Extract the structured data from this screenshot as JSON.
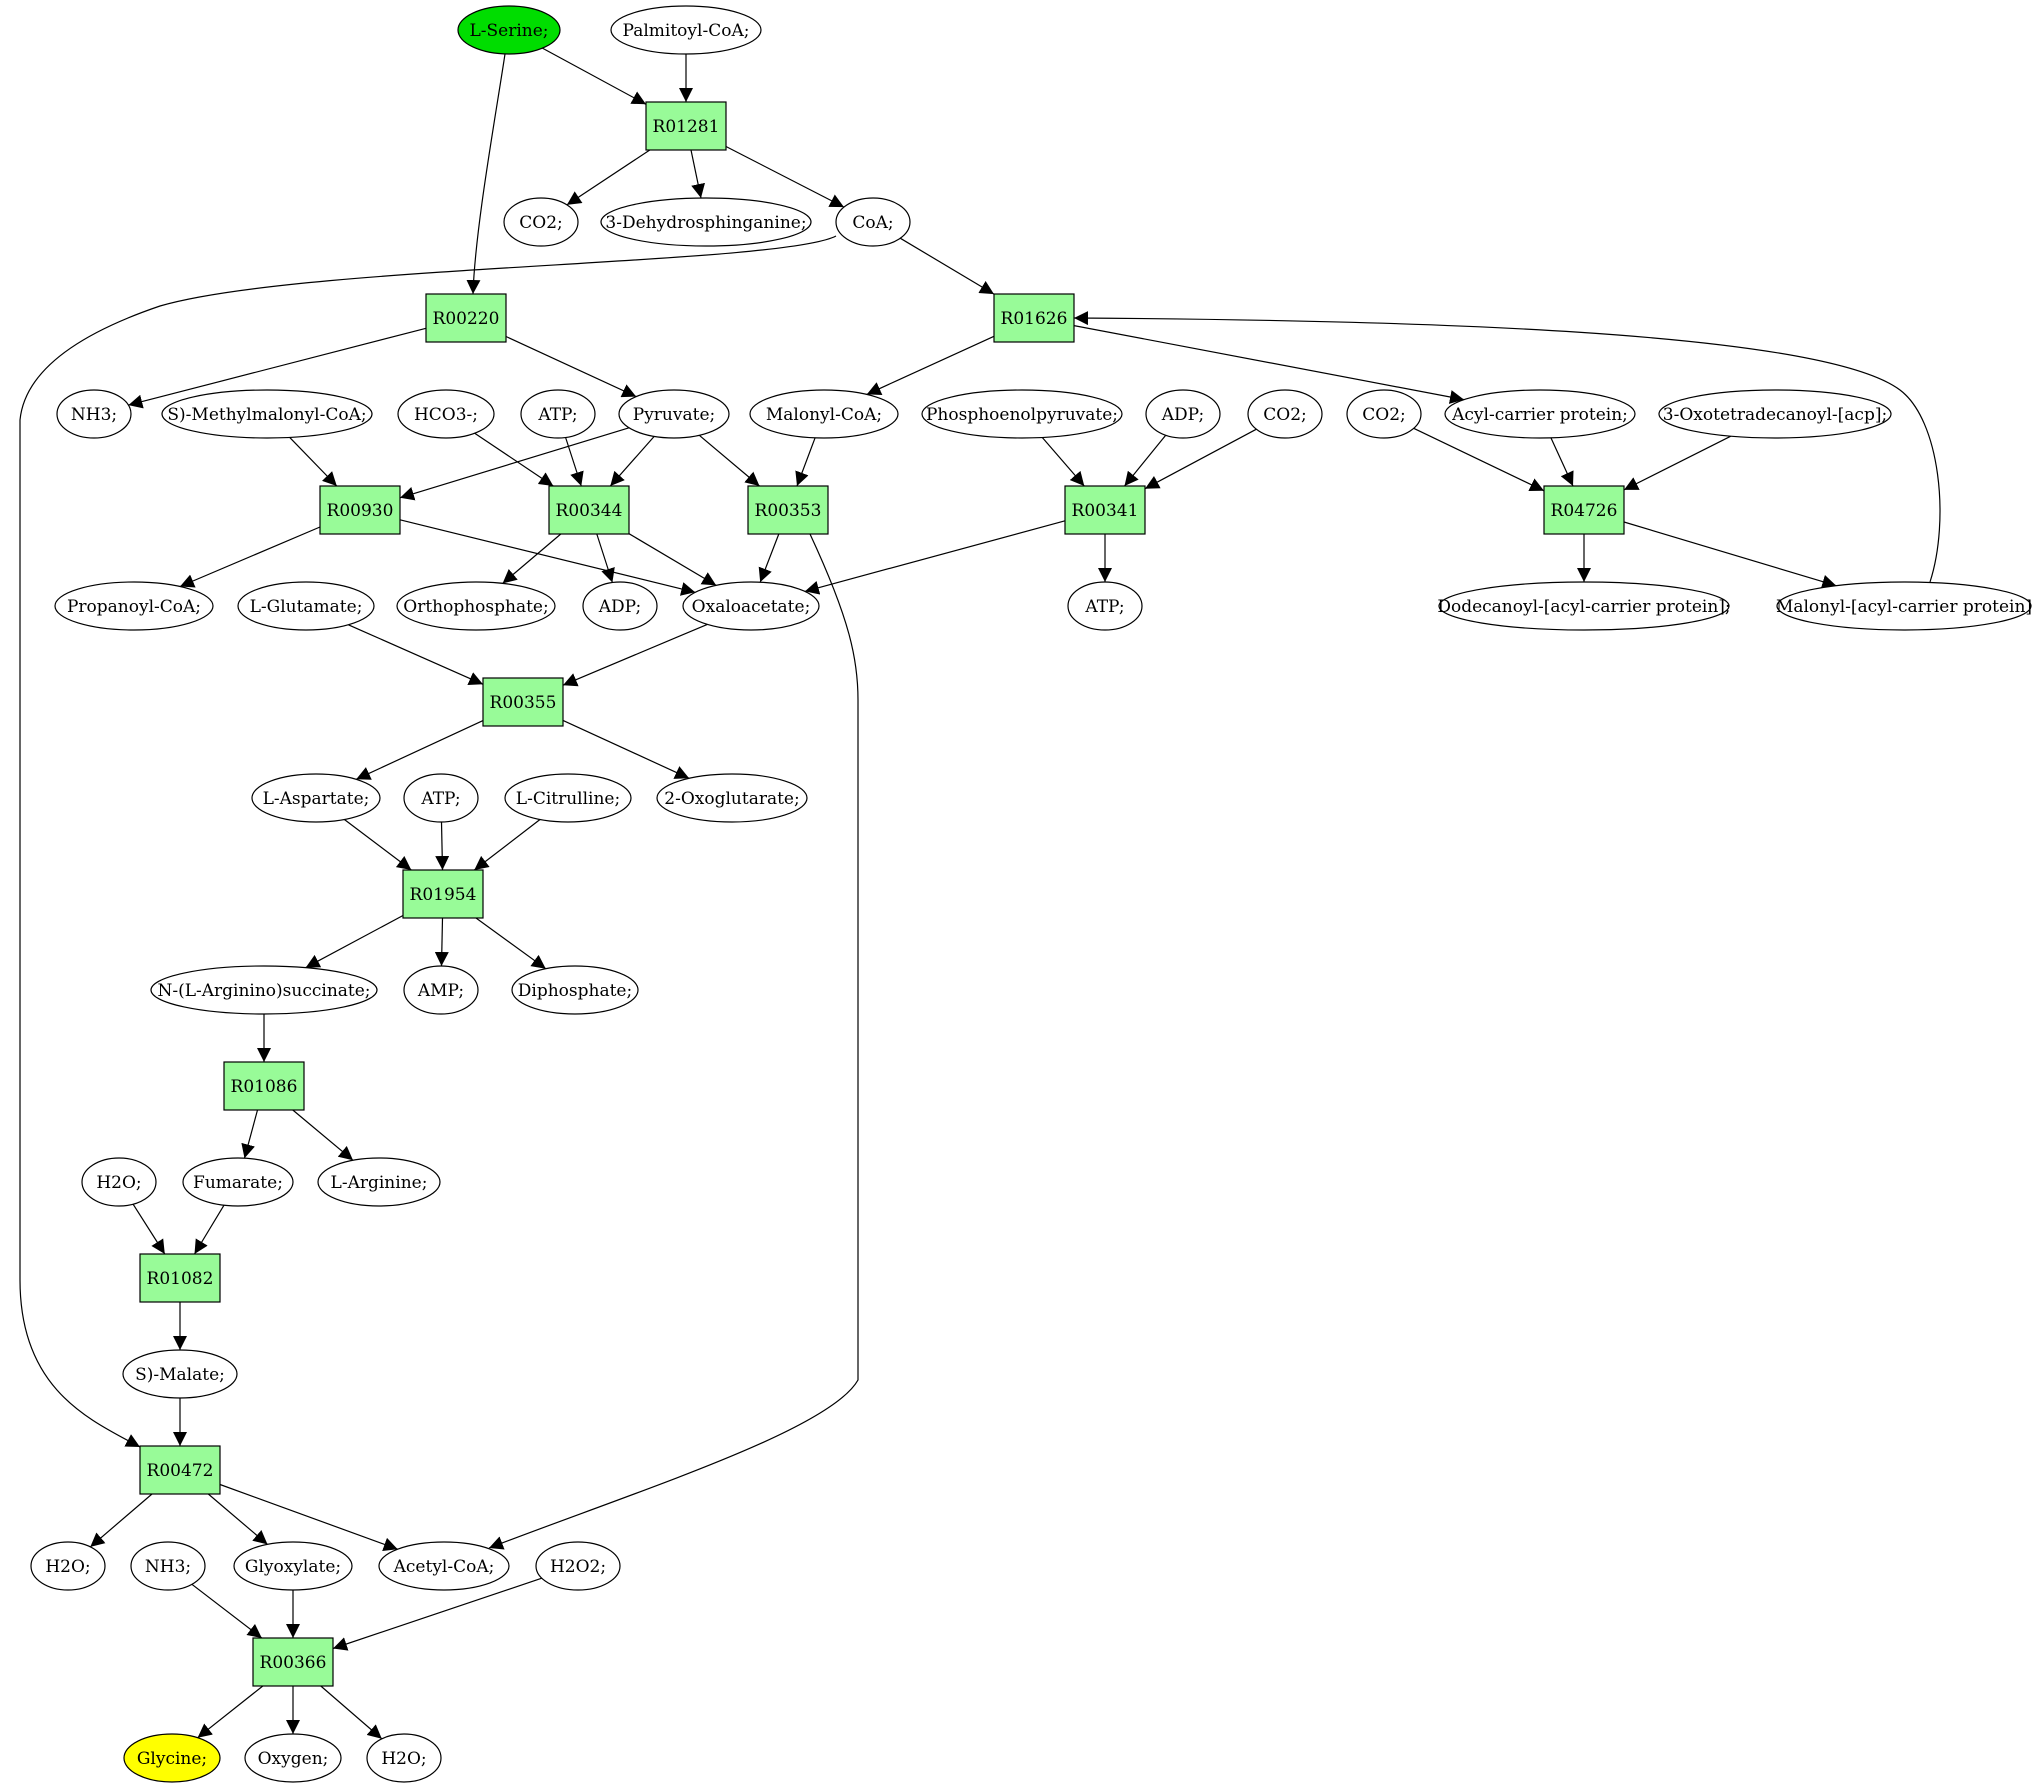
{
  "colors": {
    "reaction": "#98fb98",
    "start": "#00dd00",
    "end": "#ffff00",
    "compound": "#ffffff",
    "stroke": "#000000"
  },
  "nodes": {
    "L_Serine": "L-Serine;",
    "Palmitoyl_CoA": "Palmitoyl-CoA;",
    "R01281": "R01281",
    "CO2_a": "CO2;",
    "Dehydrosphinganine": "3-Dehydrosphinganine;",
    "CoA": "CoA;",
    "R00220": "R00220",
    "R01626": "R01626",
    "NH3_a": "NH3;",
    "S_Methylmalonyl_CoA": "S)-Methylmalonyl-CoA;",
    "HCO3": "HCO3-;",
    "ATP_a": "ATP;",
    "Pyruvate": "Pyruvate;",
    "Malonyl_CoA": "Malonyl-CoA;",
    "Phosphoenolpyruvate": "Phosphoenolpyruvate;",
    "ADP_a": "ADP;",
    "CO2_b": "CO2;",
    "CO2_c": "CO2;",
    "Acyl_carrier_protein": "Acyl-carrier protein;",
    "Oxotetradecanoyl": "3-Oxotetradecanoyl-[acp];",
    "R00930": "R00930",
    "R00344": "R00344",
    "R00353": "R00353",
    "R00341": "R00341",
    "R04726": "R04726",
    "Propanoyl_CoA": "Propanoyl-CoA;",
    "L_Glutamate": "L-Glutamate;",
    "Orthophosphate": "Orthophosphate;",
    "ADP_b": "ADP;",
    "Oxaloacetate": "Oxaloacetate;",
    "ATP_b": "ATP;",
    "Dodecanoyl_acp": "Dodecanoyl-[acyl-carrier protein];",
    "Malonyl_acp": "Malonyl-[acyl-carrier protein]",
    "R00355": "R00355",
    "L_Aspartate": "L-Aspartate;",
    "ATP_c": "ATP;",
    "L_Citrulline": "L-Citrulline;",
    "Oxoglutarate": "2-Oxoglutarate;",
    "R01954": "R01954",
    "Argininosuccinate": "N-(L-Arginino)succinate;",
    "AMP": "AMP;",
    "Diphosphate": "Diphosphate;",
    "R01086": "R01086",
    "H2O_a": "H2O;",
    "Fumarate": "Fumarate;",
    "L_Arginine": "L-Arginine;",
    "R01082": "R01082",
    "S_Malate": "S)-Malate;",
    "R00472": "R00472",
    "H2O_b": "H2O;",
    "NH3_b": "NH3;",
    "Glyoxylate": "Glyoxylate;",
    "Acetyl_CoA": "Acetyl-CoA;",
    "H2O2": "H2O2;",
    "R00366": "R00366",
    "Glycine": "Glycine;",
    "Oxygen": "Oxygen;",
    "H2O_c": "H2O;"
  }
}
